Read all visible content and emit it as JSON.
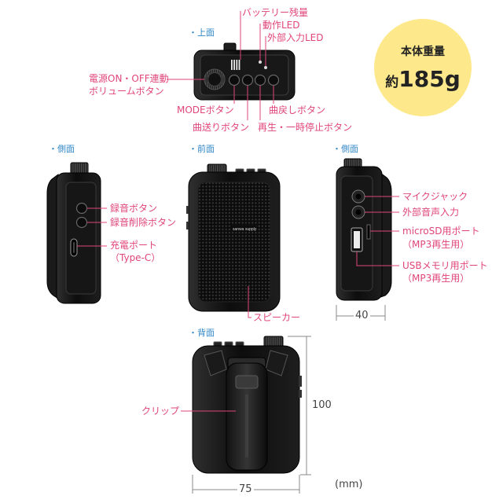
{
  "weight": {
    "label": "本体重量",
    "approx": "約",
    "value": "185g"
  },
  "top_view": {
    "heading": "・上面",
    "battery_level": "バッテリー残量",
    "operation_led": "動作LED",
    "external_input_led": "外部入力LED",
    "power_volume": [
      "電源ON・OFF連動",
      "ボリュームボタン"
    ],
    "mode_button": "MODEボタン",
    "prev_button": "曲戻しボタン",
    "next_button": "曲送りボタン",
    "play_pause_button": "再生・一時停止ボタン"
  },
  "left_side_view": {
    "heading": "・側面",
    "record_button": "録音ボタン",
    "record_delete_button": "録音削除ボタン",
    "charge_port": [
      "充電ポート",
      "（Type-C）"
    ]
  },
  "front_view": {
    "heading": "・前面",
    "brand": "sanwa supply",
    "speaker": "スピーカー"
  },
  "right_side_view": {
    "heading": "・側面",
    "mic_jack": "マイクジャック",
    "external_audio_input": "外部音声入力",
    "microsd_port": [
      "microSD用ポート",
      "（MP3再生用）"
    ],
    "usb_port": [
      "USBメモリ用ポート",
      "（MP3再生用）"
    ]
  },
  "back_view": {
    "heading": "・背面",
    "clip": "クリップ"
  },
  "dimensions": {
    "depth": "40",
    "height": "100",
    "width": "75",
    "unit": "(mm)"
  },
  "colors": {
    "callout": "#e0457b",
    "heading": "#2f86c6",
    "weight_badge": "#fde98b",
    "dimension_line": "#888888",
    "body": "#111111"
  }
}
